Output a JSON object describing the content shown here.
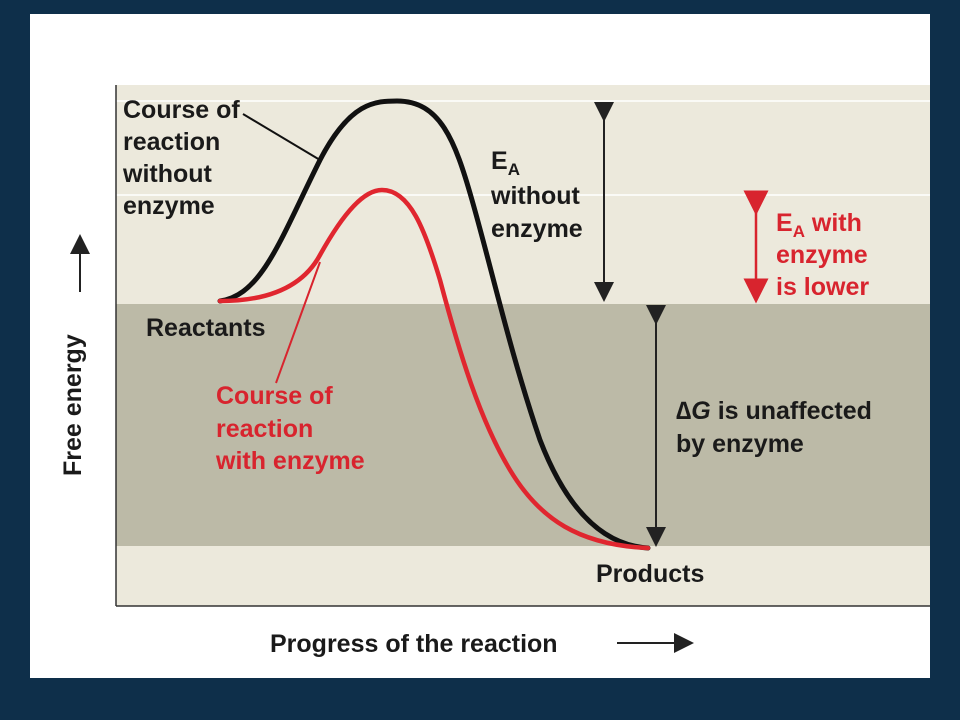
{
  "diagram": {
    "y_axis_label": "Free energy",
    "x_axis_label": "Progress of the reaction",
    "labels": {
      "course_without": [
        "Course of",
        "reaction",
        "without",
        "enzyme"
      ],
      "ea_without": [
        "E",
        "A",
        "without",
        "enzyme"
      ],
      "ea_with": [
        "E",
        "A",
        " with",
        "enzyme",
        "is lower"
      ],
      "reactants": "Reactants",
      "course_with": [
        "Course of",
        "reaction",
        "with enzyme"
      ],
      "delta_g": [
        "∆",
        "G",
        " is unaffected",
        "by enzyme"
      ],
      "products": "Products"
    },
    "colors": {
      "without_enzyme_curve": "#111111",
      "with_enzyme_curve": "#e0262f",
      "band_light": "#ece9dc",
      "band_dark": "#bcbaa7"
    }
  }
}
